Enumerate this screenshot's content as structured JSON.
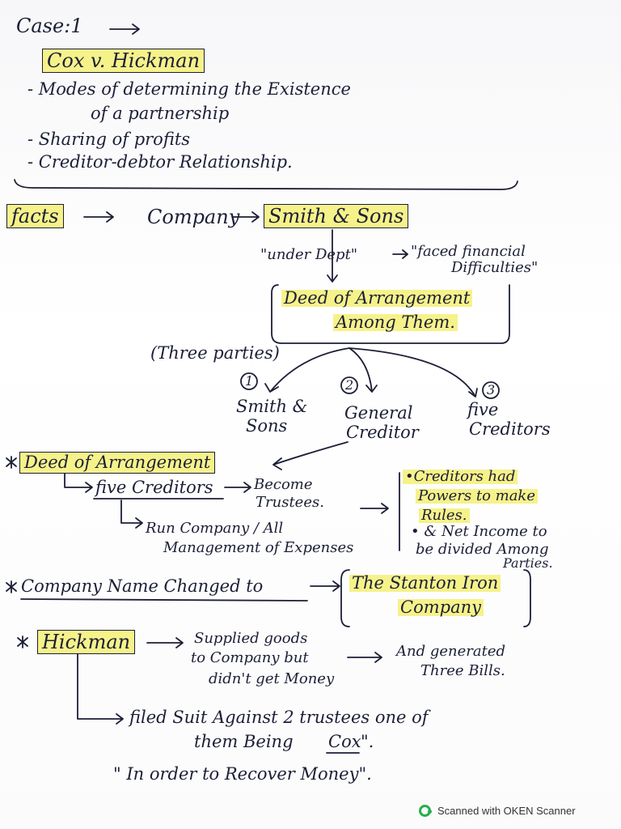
{
  "case_heading": "Case:1",
  "case_name": "Cox v. Hickman",
  "topics": [
    "- Modes of determining the Existence",
    "of a partnership",
    "- Sharing of profits",
    "- Creditor-debtor Relationship."
  ],
  "facts_label": "facts",
  "company_label": "Company",
  "company_name": "Smith & Sons",
  "under_debt": "\"under Dept\"",
  "faced_financial": "\"faced financial",
  "difficulties": "Difficulties\"",
  "deed_box": [
    "Deed of Arrangement",
    "Among Them."
  ],
  "three_parties": "(Three parties)",
  "parties": [
    {
      "num": "1",
      "name_lines": [
        "Smith &",
        "Sons"
      ]
    },
    {
      "num": "2",
      "name_lines": [
        "General",
        "Creditor"
      ]
    },
    {
      "num": "3",
      "name_lines": [
        "five",
        "Creditors"
      ]
    }
  ],
  "star_deed": "Deed of Arrangement",
  "five_creditors": "five Creditors",
  "become": "Become",
  "trustees": "Trustees.",
  "run_company": "Run Company / All",
  "management": "Management of Expenses",
  "creditor_powers": [
    "•Creditors had",
    "Powers to make",
    "Rules."
  ],
  "net_income": [
    "• & Net Income to",
    "be divided Among",
    "Parties."
  ],
  "name_changed": "Company Name Changed to",
  "new_name": [
    "The Stanton Iron",
    "Company"
  ],
  "hickman_label": "Hickman",
  "supplied": [
    "Supplied goods",
    "to Company but",
    "didn't get Money"
  ],
  "bills": [
    "And generated",
    "Three Bills."
  ],
  "filed_suit": "filed Suit Against 2 trustees one of",
  "being_cox_pre": "them Being",
  "cox": "Cox",
  "being_cox_post": "\".",
  "recover": "\" In order to Recover Money\".",
  "footer_text": "Scanned with OKEN Scanner",
  "colors": {
    "ink": "#1c1f36",
    "highlight": "#f6f28a",
    "logo": "#22b04c"
  }
}
